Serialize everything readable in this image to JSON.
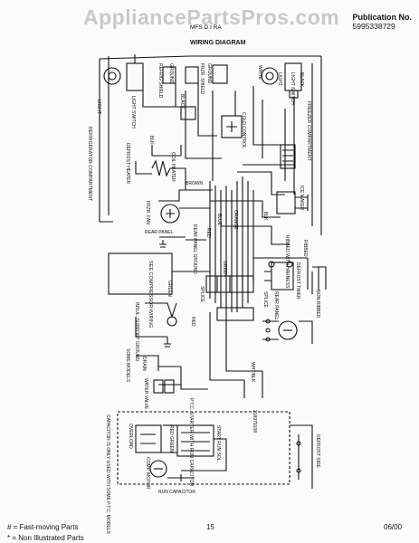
{
  "header": {
    "watermark": "AppliancePartsPros.com",
    "publication_label": "Publication No.",
    "publication_number": "5995338729",
    "model_fragment": "MFS D I RA",
    "title": "WIRING DIAGRAM"
  },
  "labels": {
    "light_left": "LIGHT",
    "light_switch_left": "LIGHT SWITCH",
    "refrig_shield": "REFRIG SHIELD",
    "frzr_shield": "FRZR. SHIELD",
    "ground": "GROUND",
    "black": "BLACK",
    "blk": "BLK",
    "white": "WHITE",
    "cold_control": "COLD CONTROL",
    "light_switch_right": "LIGHT SWITCH",
    "light_right": "LIGHT",
    "freezer_compartment": "FREEZER COMPARTMENT",
    "refrigerator_compartment": "REFRIGERATOR COMPARTMENT",
    "defrost_heater": "DEFROST HEATER",
    "coil_heater": "COIL HEATER",
    "brown": "BROWN",
    "frzr_fan": "FRZR. FAN",
    "ice_maker": "ICE MAKER",
    "rear_panel": "REAR PANEL",
    "rear_panel_ground": "REAR PANEL GROUND",
    "red": "RED",
    "blue": "BLUE",
    "orange": "ORANGE",
    "green": "GREEN",
    "splice": "SPLICE",
    "see_compressor_wiring": "SEE COMPRESSOR WIRING",
    "insul_support_ground": "INSUL. SUPPORT GROUND",
    "some_models": "SOME MODELS",
    "drain": "DRAIN",
    "water_valve": "WATER VALVE",
    "wht_blk": "WHT/BLK",
    "non_ribbed": "NON-RIBBED",
    "ribbed": "RIBBED",
    "defrost_timer": "DEFROST TIMER",
    "rear_panel_right": "REAR PANEL",
    "rib_with_harness": "RIBBED WITH HARNESS",
    "ptc_starter": "P.T.C. STARTER WITH RUN CAPACITOR",
    "red_green": "RED GREEN",
    "overload": "OVERLOAD",
    "comp_motor": "COMP. MOTOR",
    "run_capacitor": "RUN CAPACITOR",
    "capacitor_note": "CAPACITOR IS ONLY USED WITH SOME P.T.C. MODELS",
    "start_run": "START RUN SOL.",
    "part_code": "218979108",
    "defrost_side": "DEFROST SIDE"
  },
  "footer": {
    "fast_moving": "# = Fast-moving Parts",
    "non_illustrated": "* = Non Illustrated Parts",
    "page_number": "15",
    "date": "06/00"
  }
}
